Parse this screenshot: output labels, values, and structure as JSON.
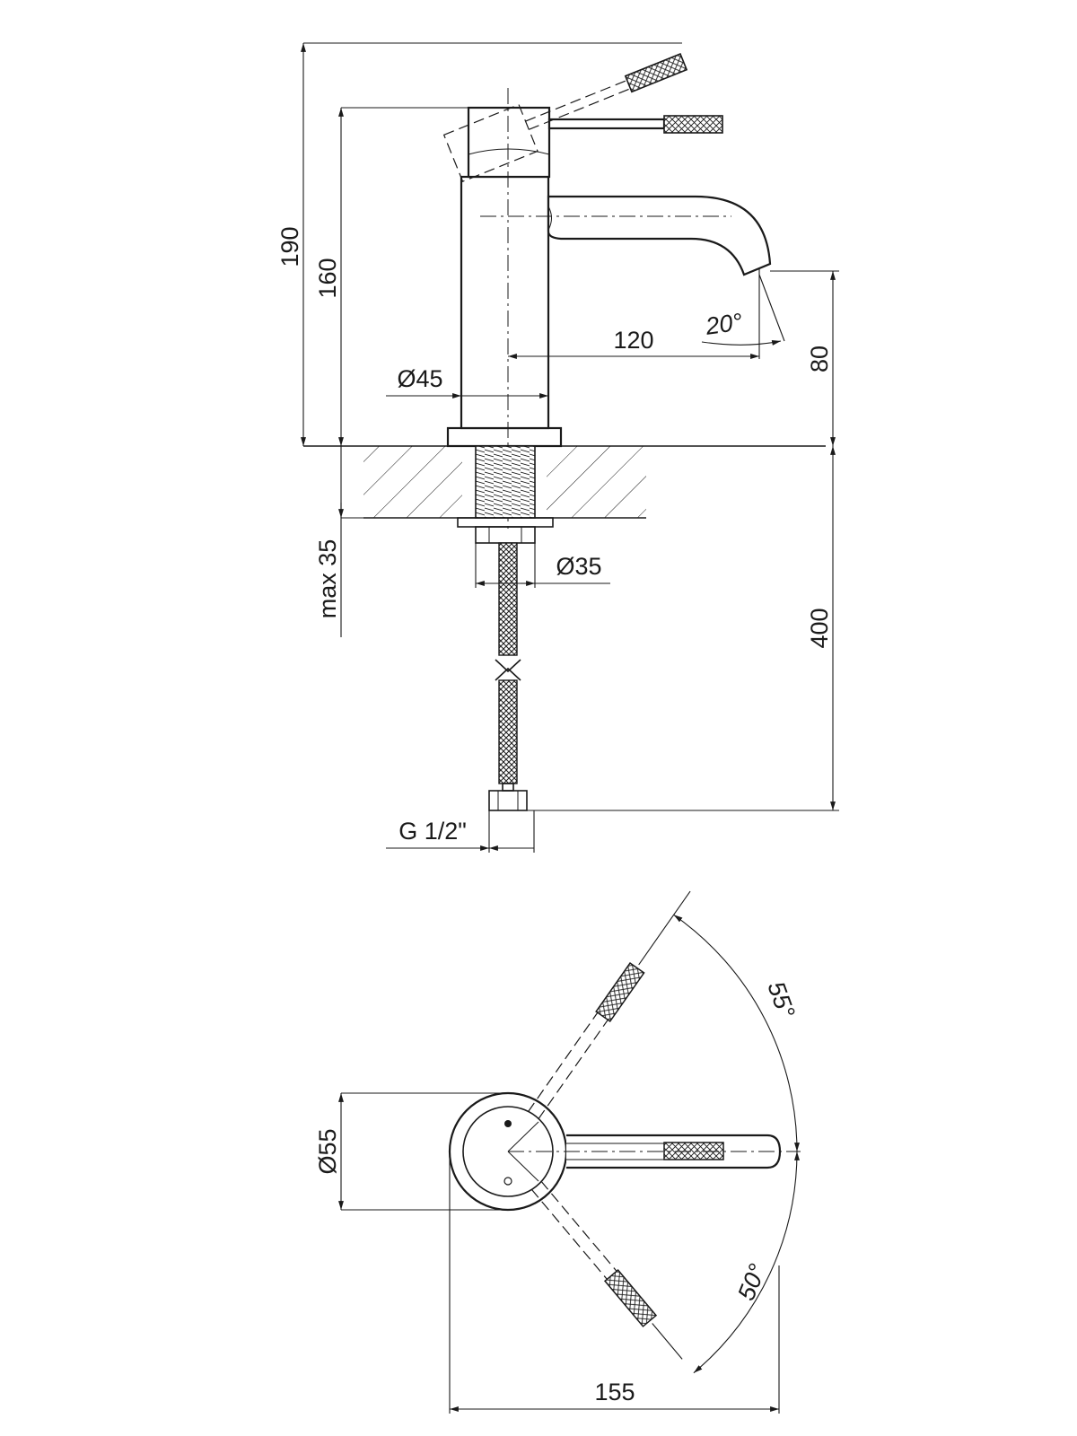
{
  "side_view": {
    "height_total": "190",
    "height_spout": "160",
    "spout_reach": "120",
    "spout_angle": "20°",
    "spout_clearance": "80",
    "body_diameter": "Ø45",
    "deck_thickness": "max 35",
    "shank_diameter": "Ø35",
    "hose_length": "400",
    "connection_thread": "G 1/2\""
  },
  "top_view": {
    "base_diameter": "Ø55",
    "rotation_back": "55°",
    "rotation_front": "50°",
    "total_depth": "155"
  }
}
